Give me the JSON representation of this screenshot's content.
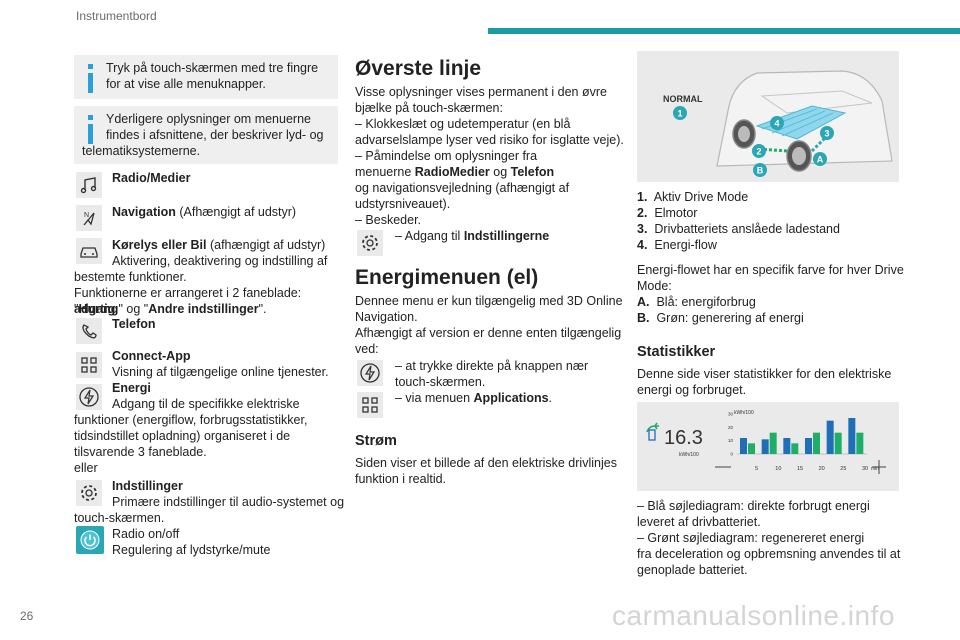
{
  "header": {
    "title": "Instrumentbord",
    "page_number": "26",
    "watermark": "carmanualsonline.info"
  },
  "left": {
    "info1_l1": "Tryk på touch-skærmen med tre fingre",
    "info1_l2": "for at vise alle menuknapper.",
    "info2_l1": "Yderligere oplysninger om menuerne",
    "info2_l2": "findes i afsnittene, der beskriver lyd- og",
    "info2_l3": "telematiksystemerne.",
    "radio_label": "Radio/Medier",
    "nav_label": "Navigation",
    "nav_note": " (Afhængigt af udstyr)",
    "drive_label": "Kørelys eller Bil",
    "drive_note": " (afhængigt af udstyr)",
    "drive_l2": "Aktivering, deaktivering og indstilling af",
    "drive_l3": "bestemte funktioner.",
    "tabs_l1": "Funktionerne er arrangeret i 2 faneblade: \"",
    "tabs_b1": "Hurtig",
    "tabs_b1b": "adgang",
    "tabs_mid": "\" og \"",
    "tabs_b2": "Andre indstillinger",
    "tabs_end": "\".",
    "telefon": "Telefon",
    "connect_label": "Connect-App",
    "connect_desc": "Visning af tilgængelige online tjenester.",
    "energi_label": "Energi",
    "energi_l1": "Adgang til de specifikke elektriske",
    "energi_l2": "funktioner (energiflow, forbrugsstatistikker,",
    "energi_l3": "tidsindstillet opladning) organiseret i de",
    "energi_l4": "tilsvarende 3 faneblade.",
    "eller": "eller",
    "settings_label": "Indstillinger",
    "settings_l1": "Primære indstillinger til audio-systemet og",
    "settings_l2": "touch-skærmen.",
    "power_label": "Radio on/off",
    "power_desc": "Regulering af lydstyrke/mute"
  },
  "middle": {
    "h_top": "Øverste linje",
    "top_l1": "Visse oplysninger vises permanent i den øvre",
    "top_l2": "bjælke på touch-skærmen:",
    "top_l3": "–  Klokkeslæt og udetemperatur (en blå",
    "top_l4": "advarselslampe lyser ved risiko for isglatte veje).",
    "top_l5": "–  Påmindelse om oplysninger fra",
    "top_l6a": "menuerne ",
    "top_l6b": "RadioMedier",
    "top_l6c": " og ",
    "top_l6d": "Telefon",
    "top_l7": "og navigationsvejledning (afhængigt af",
    "top_l8": "udstyrsniveauet).",
    "top_l9": "–  Beskeder.",
    "top_set_a": "–  Adgang til ",
    "top_set_b": "Indstillingerne",
    "h_energy": "Energimenuen (el)",
    "en_l1": "Dennee menu er kun tilgængelig med 3D Online",
    "en_l2": "Navigation.",
    "en_l3": "Afhængigt af version er denne enten tilgængelig",
    "en_l4": "ved:",
    "en_b1_l1": "–  at trykke direkte på knappen nær",
    "en_b1_l2": "touch-skærmen.",
    "en_b2_a": "–  via menuen ",
    "en_b2_b": "Applications",
    "en_b2_c": ".",
    "h_strom": "Strøm",
    "strom_l1": "Siden viser et billede af den elektriske drivlinjes",
    "strom_l2": "funktion i realtid."
  },
  "right": {
    "diagram_mode": "NORMAL",
    "legend": [
      {
        "num": "1.",
        "text": "Aktiv Drive Mode"
      },
      {
        "num": "2.",
        "text": "Elmotor"
      },
      {
        "num": "3.",
        "text": "Drivbatteriets anslåede ladestand"
      },
      {
        "num": "4.",
        "text": "Energi-flow"
      }
    ],
    "flow_l1": "Energi-flowet har en specifik farve for hver Drive",
    "flow_l2": "Mode:",
    "colors": [
      {
        "letter": "A.",
        "text": "Blå: energiforbrug"
      },
      {
        "letter": "B.",
        "text": "Grøn: generering af energi"
      }
    ],
    "h_stats": "Statistikker",
    "stats_l1": "Denne side viser statistikker for den elektriske",
    "stats_l2": "energi og forbruget.",
    "stats_value": "16.3",
    "stats_unit": "kWh/100",
    "bar_l1": "–  Blå søjlediagram: direkte forbrugt energi",
    "bar_l2": "leveret af drivbatteriet.",
    "bar_l3": "–  Grønt søjlediagram: regenereret energi",
    "bar_l4": "fra deceleration og opbremsning anvendes til at",
    "bar_l5": "genoplade batteriet."
  },
  "chart_data": {
    "type": "bar",
    "ylabel": "kWh/100",
    "xlabel": "min",
    "ylim": [
      0,
      30
    ],
    "categories": [
      "5",
      "10",
      "15",
      "20",
      "25",
      "30"
    ],
    "y_ticks": [
      "30",
      "20",
      "10",
      "0"
    ],
    "series": [
      {
        "values": [
          12,
          11,
          12,
          12,
          25,
          27
        ]
      },
      {
        "values": [
          8,
          16,
          8,
          16,
          16,
          16
        ]
      }
    ],
    "colors": {
      "blue": "#1e6fb8",
      "green": "#1fae6a"
    }
  }
}
